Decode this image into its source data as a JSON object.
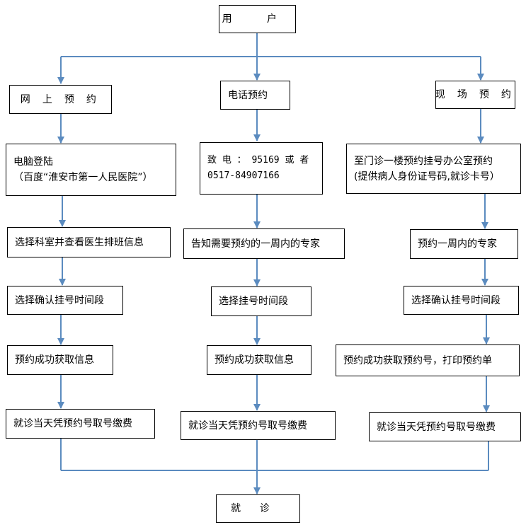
{
  "nodes": {
    "user": "用  户",
    "online": "网 上 预 约",
    "phone": "电话预约",
    "onsite": "现 场 预 约",
    "online_step1_line1": "电脑登陆",
    "online_step1_line2": "（百度“淮安市第一人民医院”）",
    "phone_step1_line1": "致 电 ： 95169  或 者",
    "phone_step1_line2": "0517-84907166",
    "onsite_step1_line1": "至门诊一楼预约挂号办公室预约",
    "onsite_step1_line2": "(提供病人身份证号码,就诊卡号）",
    "online_step2": "选择科室并查看医生排班信息",
    "phone_step2": "告知需要预约的一周内的专家",
    "onsite_step2": "预约一周内的专家",
    "online_step3": "选择确认挂号时间段",
    "phone_step3": "选择挂号时间段",
    "onsite_step3": "选择确认挂号时间段",
    "online_step4": "预约成功获取信息",
    "phone_step4": "预约成功获取信息",
    "onsite_step4": "预约成功获取预约号，打印预约单",
    "online_step5": "就诊当天凭预约号取号缴费",
    "phone_step5": "就诊当天凭预约号取号缴费",
    "onsite_step5": "就诊当天凭预约号取号缴费",
    "visit": "就      诊"
  },
  "colors": {
    "connector": "#5b8bbf",
    "border": "#000000"
  }
}
